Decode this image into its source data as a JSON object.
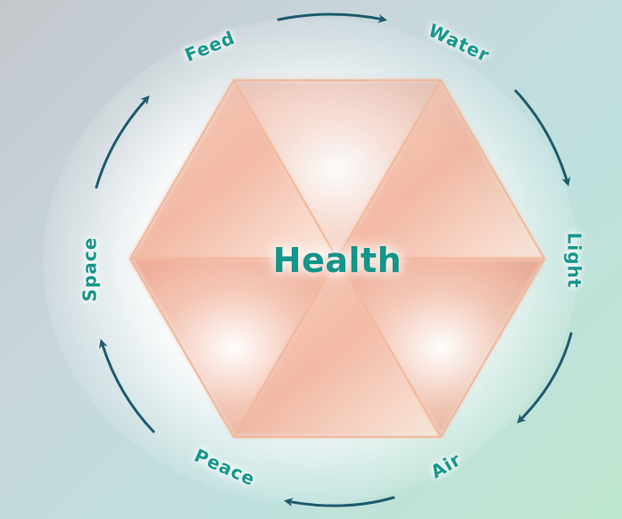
{
  "center_label": "Health",
  "cycle_labels": {
    "feed": "Feed",
    "water": "Water",
    "light": "Light",
    "air": "Air",
    "peace": "Peace",
    "space": "Space"
  },
  "colors": {
    "label_teal": "#17978c",
    "arrow": "#1e5b6f",
    "hex_outline": "#f2b79a",
    "hex_fill": "#ee9e86"
  }
}
